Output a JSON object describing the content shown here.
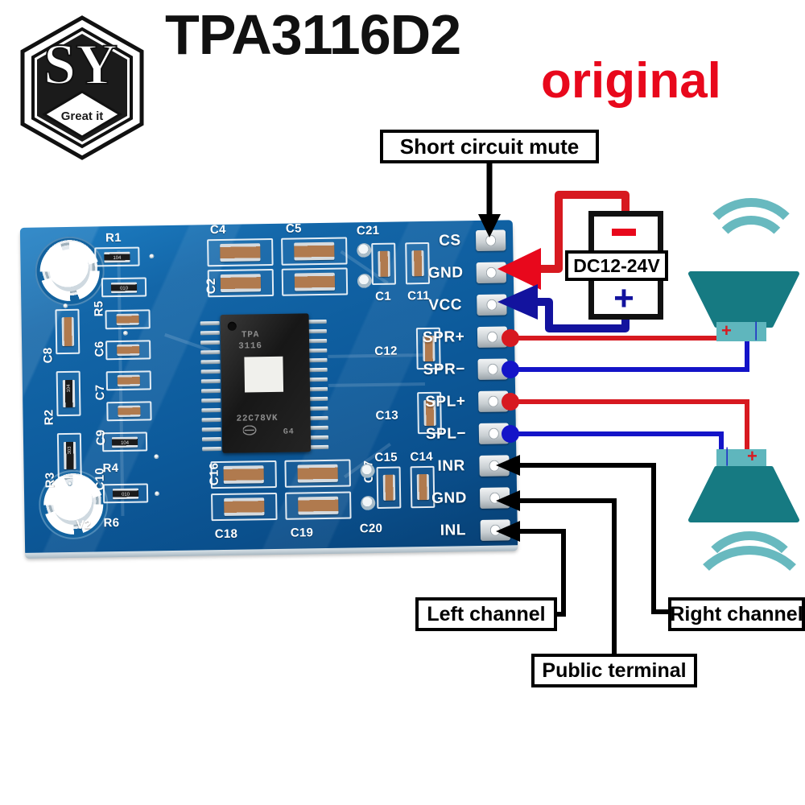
{
  "header": {
    "title": "TPA3116D2",
    "badge": "original",
    "logo": {
      "mark": "SY",
      "tagline": "Great it",
      "name": "sy-hexagon-logo"
    }
  },
  "callouts": {
    "short_circuit_mute": "Short circuit mute",
    "left_channel": "Left channel",
    "right_channel": "Right channel",
    "public_terminal": "Public terminal"
  },
  "power_supply": {
    "label": "DC12-24V",
    "minus": "−",
    "plus": "+",
    "minus_wire_color": "#e8081c",
    "plus_wire_color": "#13139e"
  },
  "board": {
    "silk_version": "V2",
    "ic": {
      "line1": "TPA",
      "line2": "3116",
      "line3": "22C78VK",
      "line4": "G4"
    },
    "terminals": [
      {
        "name": "CS",
        "label": "CS",
        "marker": "arrow-black"
      },
      {
        "name": "GND",
        "label": "GND",
        "marker": "arrow-red"
      },
      {
        "name": "VCC",
        "label": "VCC",
        "marker": "arrow-blue"
      },
      {
        "name": "SPRP",
        "label": "SPR+",
        "marker": "dot-red"
      },
      {
        "name": "SPRN",
        "label": "SPR−",
        "marker": "dot-blue"
      },
      {
        "name": "SPLP",
        "label": "SPL+",
        "marker": "dot-red"
      },
      {
        "name": "SPLN",
        "label": "SPL−",
        "marker": "dot-blue"
      },
      {
        "name": "INR",
        "label": "INR",
        "marker": "arrow-black"
      },
      {
        "name": "GND2",
        "label": "GND",
        "marker": "arrow-black"
      },
      {
        "name": "INL",
        "label": "INL",
        "marker": "arrow-black"
      }
    ],
    "resistors": [
      {
        "ref": "R1",
        "code": "104"
      },
      {
        "ref": "R5",
        "code": "010"
      },
      {
        "ref": "R2",
        "code": "104"
      },
      {
        "ref": "R3",
        "code": "303"
      },
      {
        "ref": "R4",
        "code": "104"
      },
      {
        "ref": "R6",
        "code": "010"
      }
    ],
    "capacitors": [
      "C1",
      "C2",
      "C4",
      "C5",
      "C6",
      "C7",
      "C8",
      "C9",
      "C10",
      "C11",
      "C12",
      "C13",
      "C14",
      "C15",
      "C16",
      "C17",
      "C18",
      "C19",
      "C20",
      "C21"
    ]
  },
  "speakers": [
    {
      "name": "right-speaker",
      "plus": "+",
      "minus": "│",
      "waves": "above"
    },
    {
      "name": "left-speaker",
      "plus": "+",
      "minus": "│",
      "waves": "below"
    }
  ],
  "colors": {
    "accent_red": "#e8081c",
    "accent_blue": "#13139e",
    "wire_red": "#d71920",
    "wire_blue": "#1414c8",
    "pcb_blue": "#0d5b9c",
    "speaker_teal": "#167a82",
    "speaker_light": "#5fb6bd"
  }
}
